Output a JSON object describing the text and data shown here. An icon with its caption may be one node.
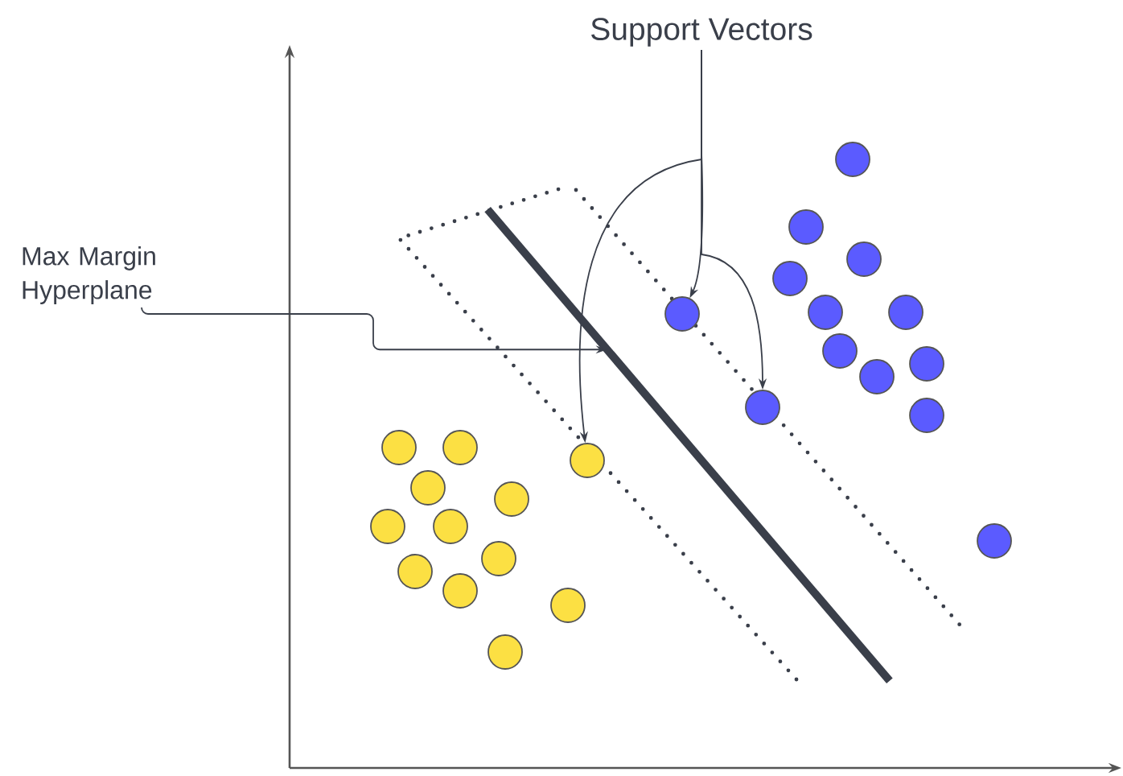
{
  "diagram": {
    "nodes": [
      {
        "text": [
          "Support Vectors"
        ]
      },
      {
        "text": [
          "Max Margin Hyperplane"
        ]
      },
      {
        "text": [],
        "shape": "line"
      },
      {
        "text": [],
        "shape": "circle"
      },
      {
        "text": [],
        "shape": "circle"
      },
      {
        "text": [],
        "shape": "circle"
      }
    ],
    "edges": [
      {
        "from": 0,
        "to": 3,
        "arrow": "to"
      },
      {
        "from": 0,
        "to": 4,
        "arrow": "to"
      },
      {
        "from": 0,
        "to": 5,
        "arrow": "to"
      },
      {
        "from": 1,
        "to": 2,
        "arrow": "to"
      }
    ]
  }
}
